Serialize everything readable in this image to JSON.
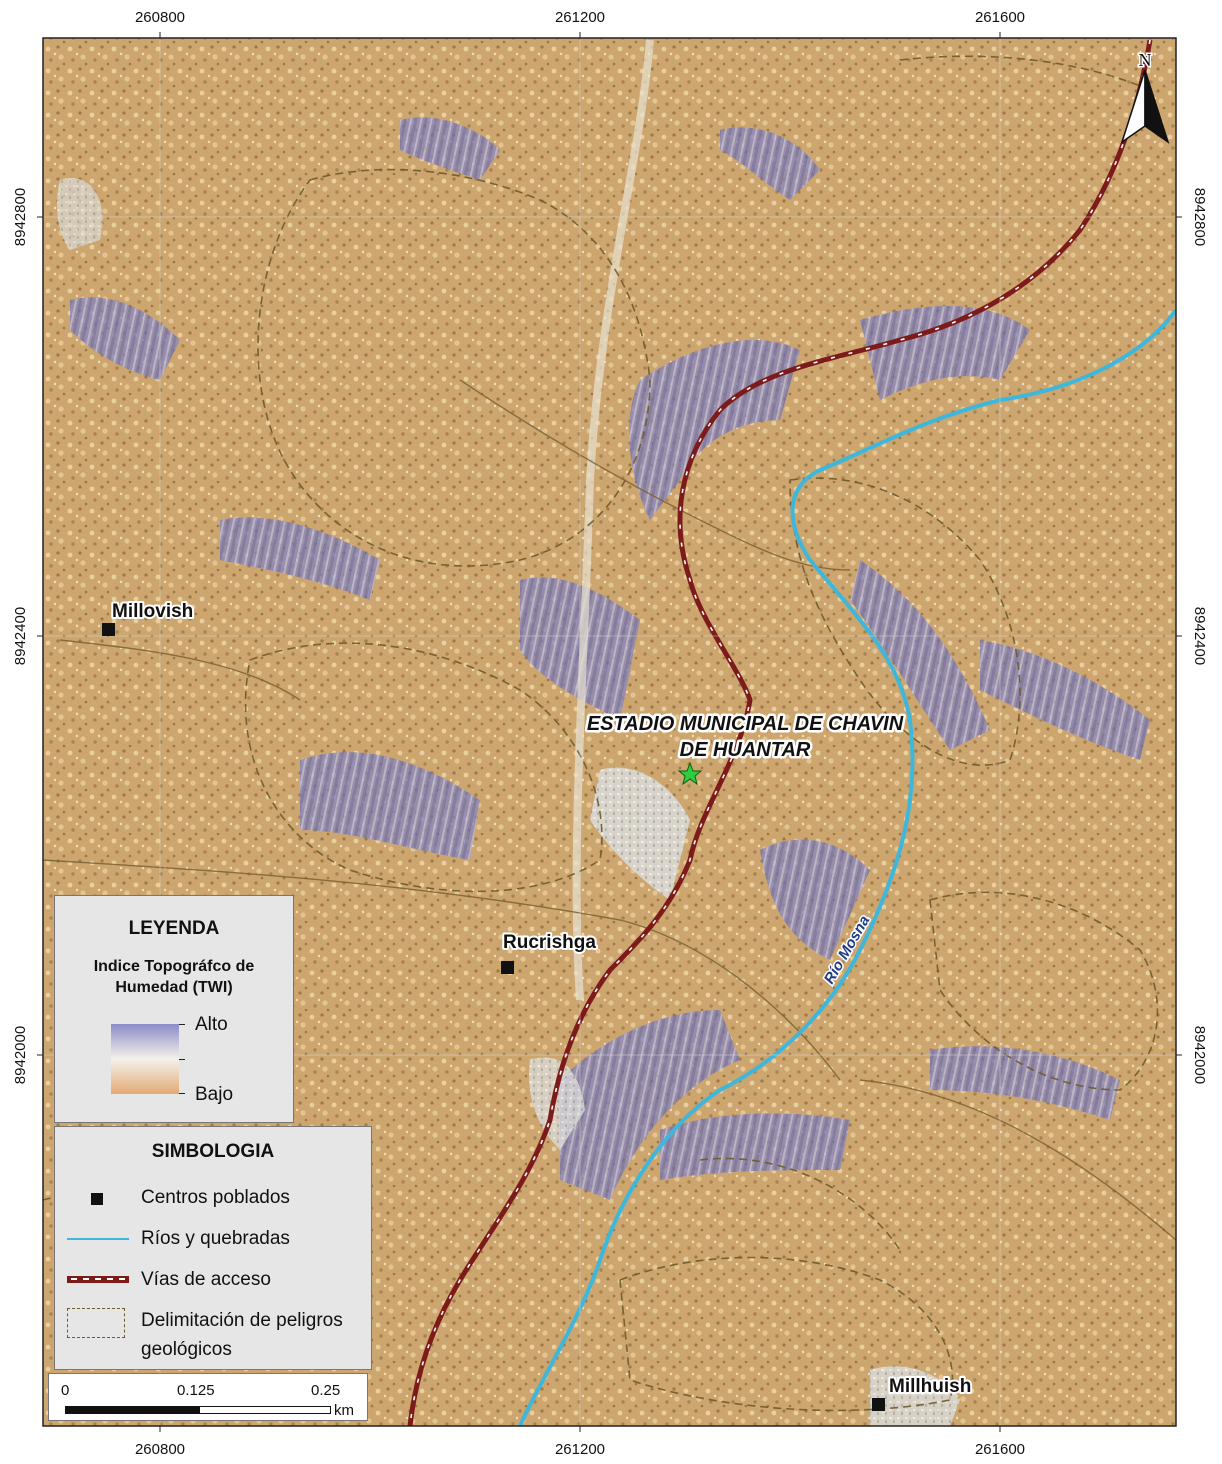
{
  "map": {
    "x_ticks": [
      "260800",
      "261200",
      "261600"
    ],
    "y_ticks": [
      "8942800",
      "8942400",
      "8942000"
    ],
    "north_label": "N",
    "title_line1": "ESTADIO MUNICIPAL DE CHAVIN",
    "title_line2": "DE HUANTAR",
    "places": [
      {
        "name": "Millovish"
      },
      {
        "name": "Rucrishga"
      },
      {
        "name": "Millhuish"
      }
    ],
    "river_label": "Río Mosna",
    "colors": {
      "river": "#3db7dc",
      "road": "#7d1b1b",
      "hazard": "#6e5a2a",
      "twi_high": "#8c8cc8",
      "twi_low": "#e2b98a"
    }
  },
  "legend": {
    "title": "LEYENDA",
    "twi_line1": "Indice Topográfco de",
    "twi_line2": "Humedad (TWI)",
    "high": "Alto",
    "low": "Bajo"
  },
  "symbology": {
    "title": "SIMBOLOGIA",
    "items": [
      {
        "label": "Centros poblados",
        "icon": "square-point-icon"
      },
      {
        "label": "Ríos y quebradas",
        "icon": "river-line-icon"
      },
      {
        "label": "Vías de acceso",
        "icon": "road-line-icon"
      },
      {
        "label": "Delimitación de peligros",
        "label2": "geológicos",
        "icon": "dashed-polygon-icon"
      }
    ]
  },
  "scalebar": {
    "ticks": [
      "0",
      "0.125",
      "0.25"
    ],
    "unit": "km"
  }
}
